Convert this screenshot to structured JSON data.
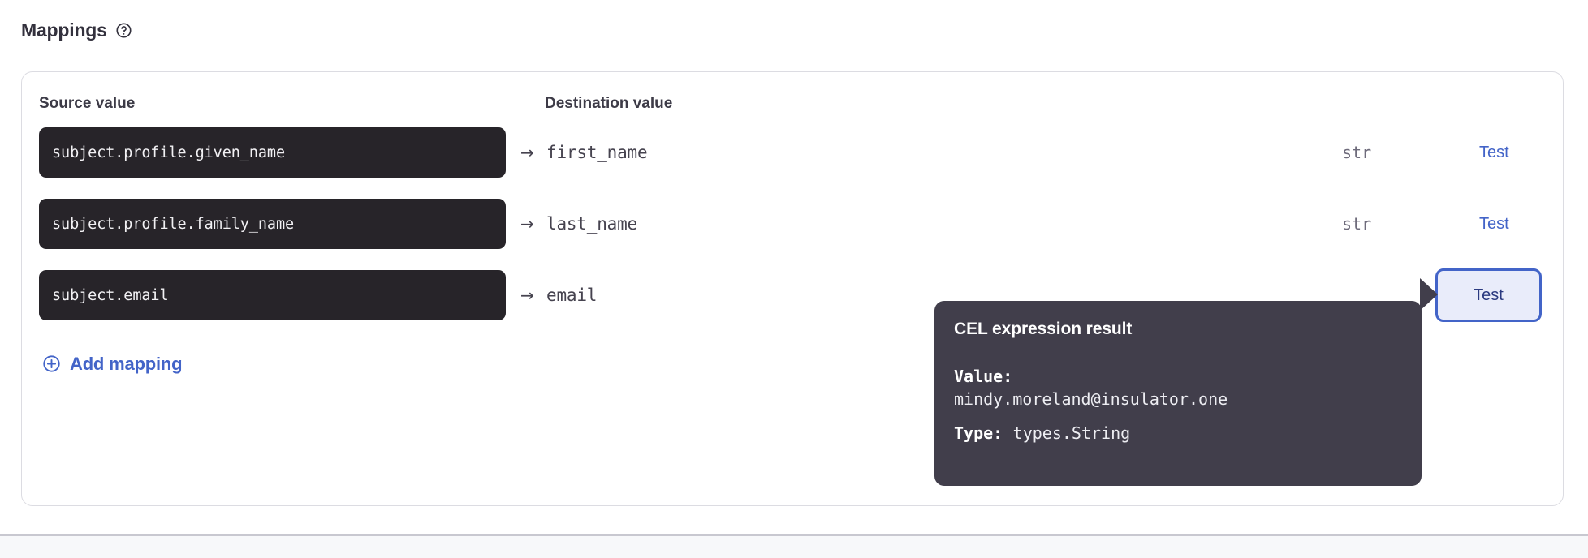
{
  "section": {
    "title": "Mappings",
    "help_icon": "question-circle-icon"
  },
  "columns": {
    "source_label": "Source value",
    "destination_label": "Destination value"
  },
  "mappings": [
    {
      "source": "subject.profile.given_name",
      "arrow": "→",
      "destination": "first_name",
      "type": "str",
      "test_label": "Test"
    },
    {
      "source": "subject.profile.family_name",
      "arrow": "→",
      "destination": "last_name",
      "type": "str",
      "test_label": "Test"
    },
    {
      "source": "subject.email",
      "arrow": "→",
      "destination": "email",
      "type": "",
      "test_label": "Test"
    }
  ],
  "add_mapping": {
    "label": "Add mapping",
    "icon": "plus-circle-icon"
  },
  "tooltip": {
    "title": "CEL expression result",
    "value_key": "Value:",
    "value": "mindy.moreland@insulator.one",
    "type_key": "Type:",
    "type": "types.String"
  },
  "colors": {
    "accent_link": "#4364c8",
    "chip_background": "#272429",
    "tooltip_background": "#413e4b",
    "card_border": "#dcdce2",
    "focused_button_background": "#e9ecfa",
    "focused_button_text": "#2b3a80",
    "text_primary": "#33313d",
    "text_muted": "#6e6b7b",
    "footer_strip": "#f7f8fa"
  }
}
